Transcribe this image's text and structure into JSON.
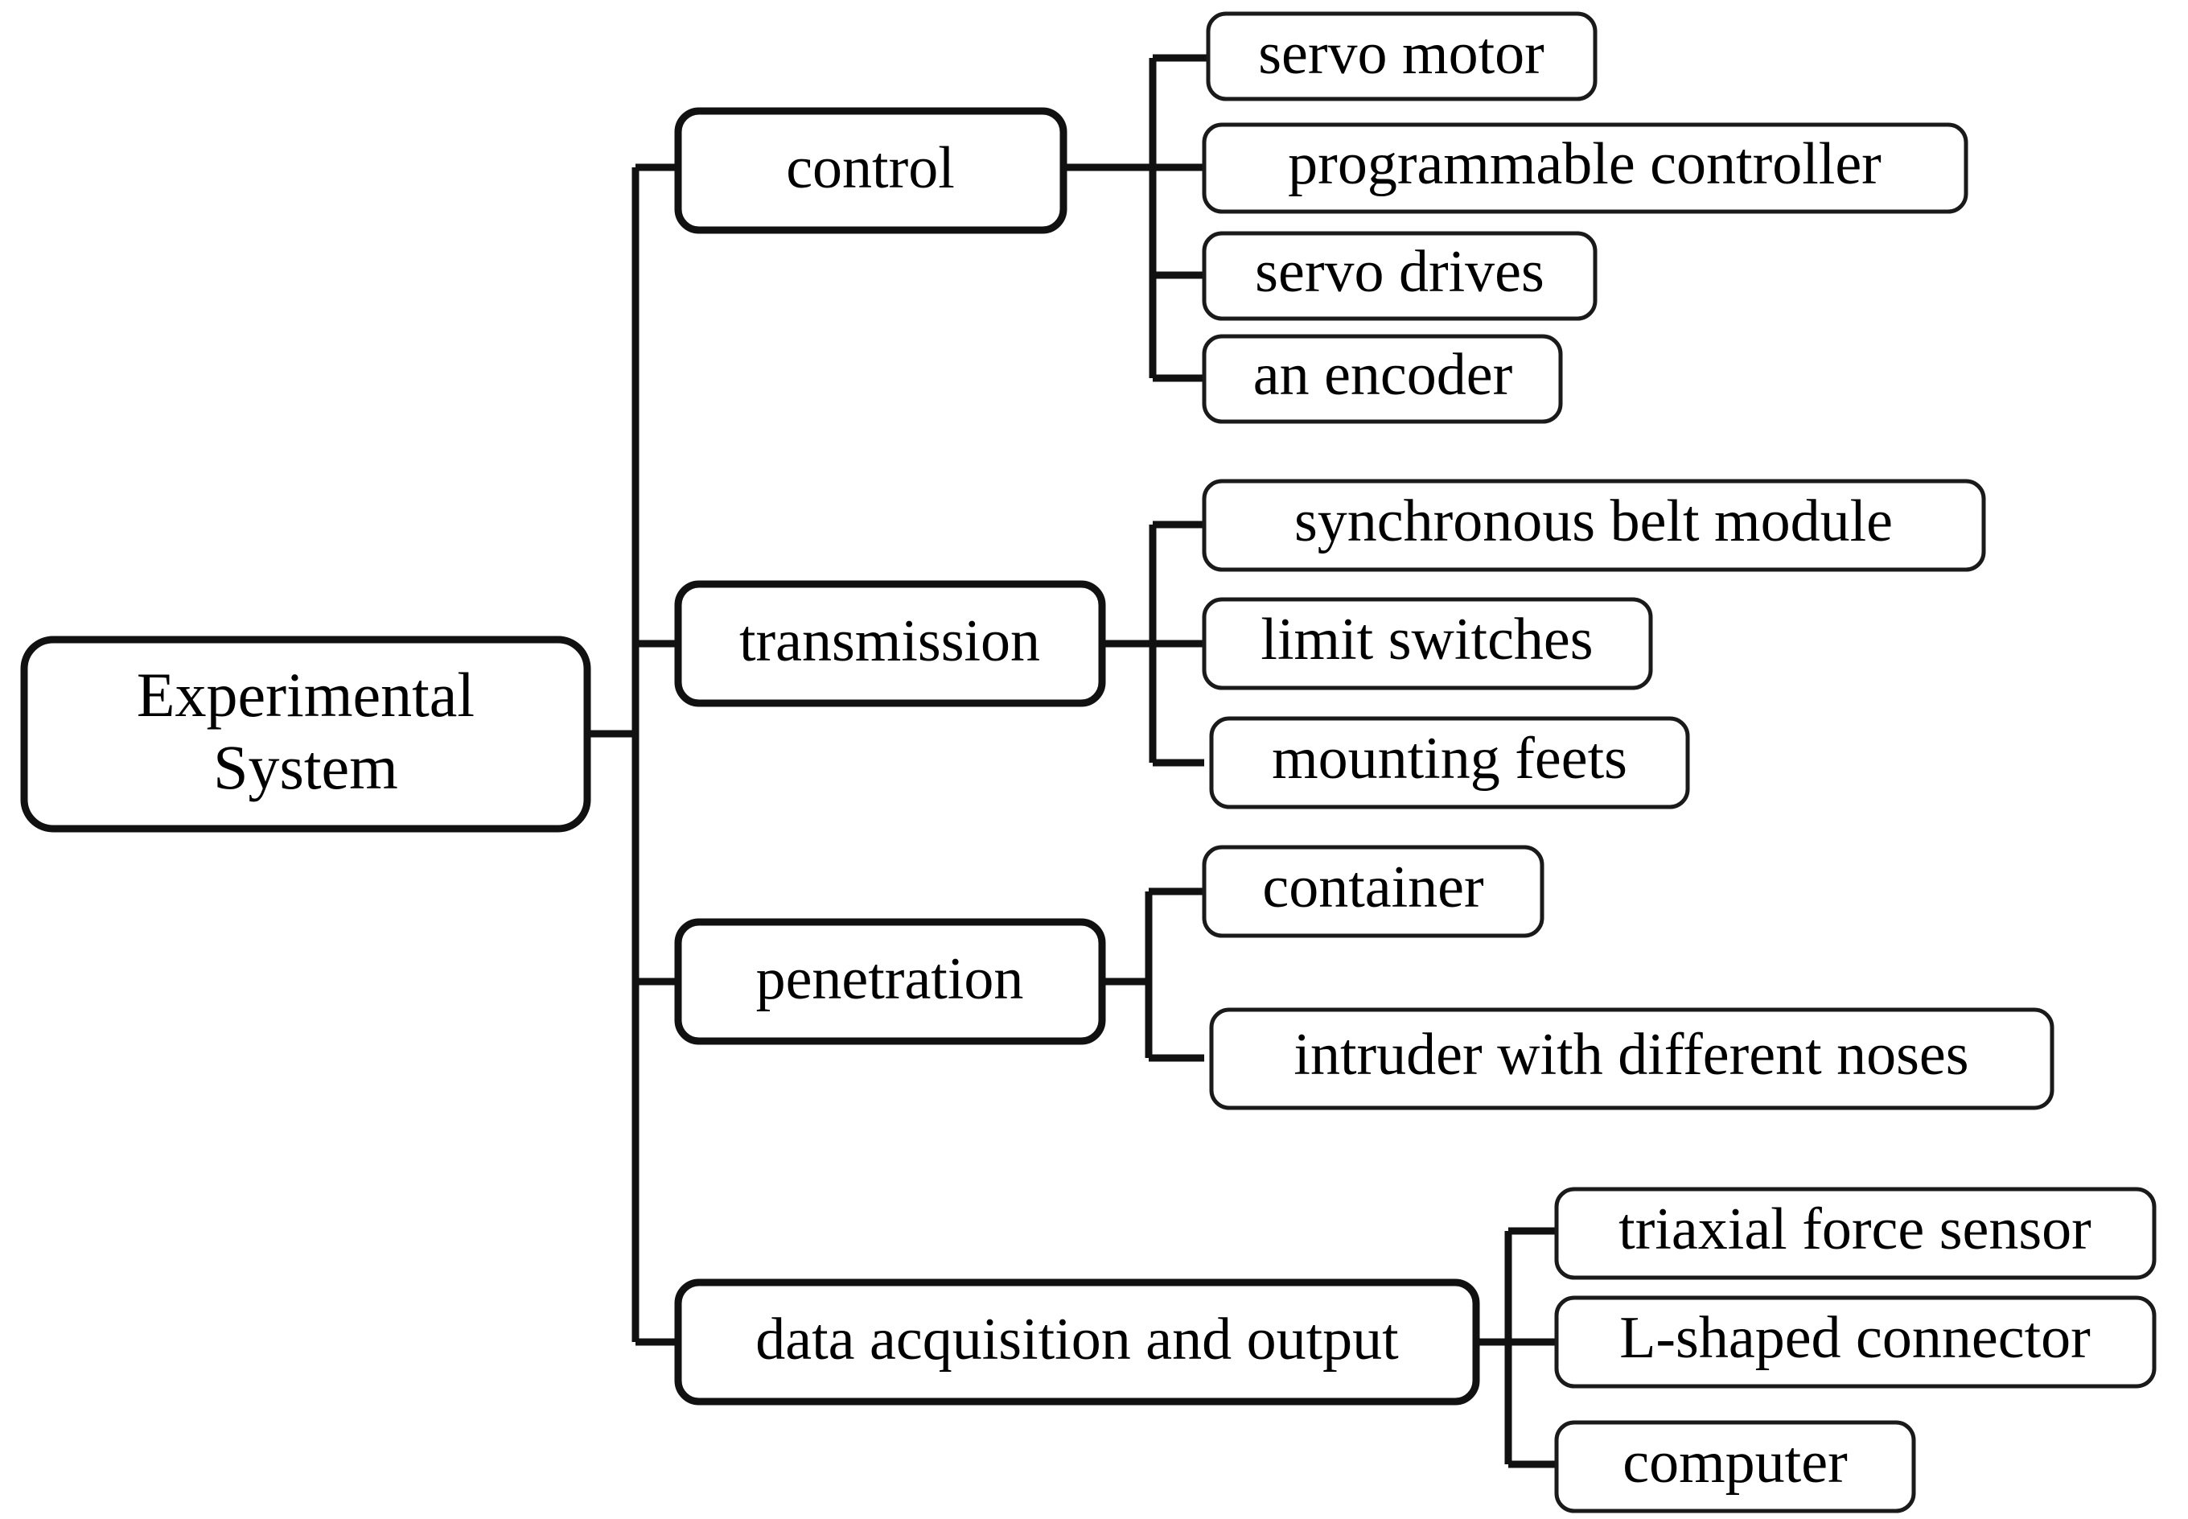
{
  "diagram": {
    "type": "tree-hierarchy",
    "orientation": "left-to-right",
    "title": "Experimental System",
    "root": {
      "id": "experimental-system",
      "label_line1": "Experimental",
      "label_line2": "System"
    },
    "branches": [
      {
        "id": "control",
        "label": "control",
        "children": [
          {
            "id": "servo-motor",
            "label": "servo motor"
          },
          {
            "id": "programmable-controller",
            "label": "programmable controller"
          },
          {
            "id": "servo-drives",
            "label": "servo drives"
          },
          {
            "id": "an-encoder",
            "label": "an encoder"
          }
        ]
      },
      {
        "id": "transmission",
        "label": "transmission",
        "children": [
          {
            "id": "synchronous-belt-module",
            "label": "synchronous belt module"
          },
          {
            "id": "limit-switches",
            "label": "limit switches"
          },
          {
            "id": "mounting-feets",
            "label": "mounting feets"
          }
        ]
      },
      {
        "id": "penetration",
        "label": "penetration",
        "children": [
          {
            "id": "container",
            "label": "container"
          },
          {
            "id": "intruder-with-different-noses",
            "label": "intruder with different noses"
          }
        ]
      },
      {
        "id": "data-acquisition-and-output",
        "label": "data acquisition and output",
        "children": [
          {
            "id": "triaxial-force-sensor",
            "label": "triaxial force sensor"
          },
          {
            "id": "l-shaped-connector",
            "label": "L-shaped connector"
          },
          {
            "id": "computer",
            "label": "computer"
          }
        ]
      }
    ],
    "colors": {
      "background": "#ffffff",
      "box_fill": "#ffffff",
      "box_stroke": "#111111",
      "connector": "#111111",
      "text": "#000000"
    }
  }
}
